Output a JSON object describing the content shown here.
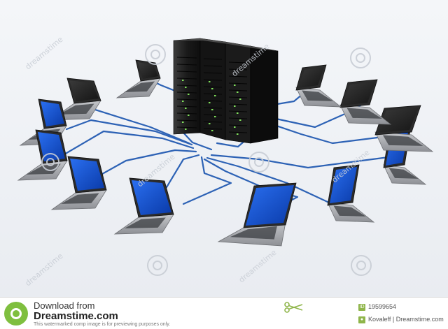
{
  "footer": {
    "line1": "Download from",
    "line2": "Dreamstime.com",
    "line3": "This watermarked comp image is for previewing purposes only.",
    "image_id": "19599654",
    "author": "Kovaleff | Dreamstime.com",
    "id_icon": "id-badge-icon",
    "author_icon": "photographer-icon"
  },
  "watermark": {
    "text": "dreamstime"
  },
  "colors": {
    "cable": "#2d62b5",
    "server": "#1c1c1c",
    "led": "#7fe05a",
    "laptop_body": "#a4a6aa",
    "screen_blue": "#0d47c6",
    "screen_dark": "#222222",
    "brand_green": "#7fbf3f"
  }
}
